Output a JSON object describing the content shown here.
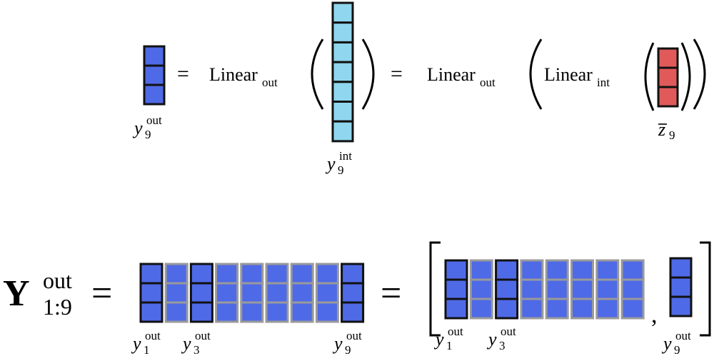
{
  "colors": {
    "out": "#4f6ae6",
    "int": "#8fd6ee",
    "z": "#e05a5a",
    "highlight_border": "#111111",
    "dim_border": "#9a9a9a"
  },
  "top_equation": {
    "equals": "=",
    "linear": "Linear",
    "sub_out": "out",
    "sub_int": "int",
    "y_out_var": "y",
    "y_out_index": "9",
    "y_out_sup": "out",
    "y_int_var": "y",
    "y_int_index": "9",
    "y_int_sup": "int",
    "z_var": "z",
    "z_index": "9"
  },
  "bottom_equation": {
    "Y_symbol": "Y",
    "Y_sup": "out",
    "Y_sub": "1:9",
    "equals": "=",
    "comma": ",",
    "labels": [
      {
        "var": "y",
        "index": "1",
        "sup": "out"
      },
      {
        "var": "y",
        "index": "3",
        "sup": "out"
      },
      {
        "var": "y",
        "index": "9",
        "sup": "out"
      }
    ]
  }
}
